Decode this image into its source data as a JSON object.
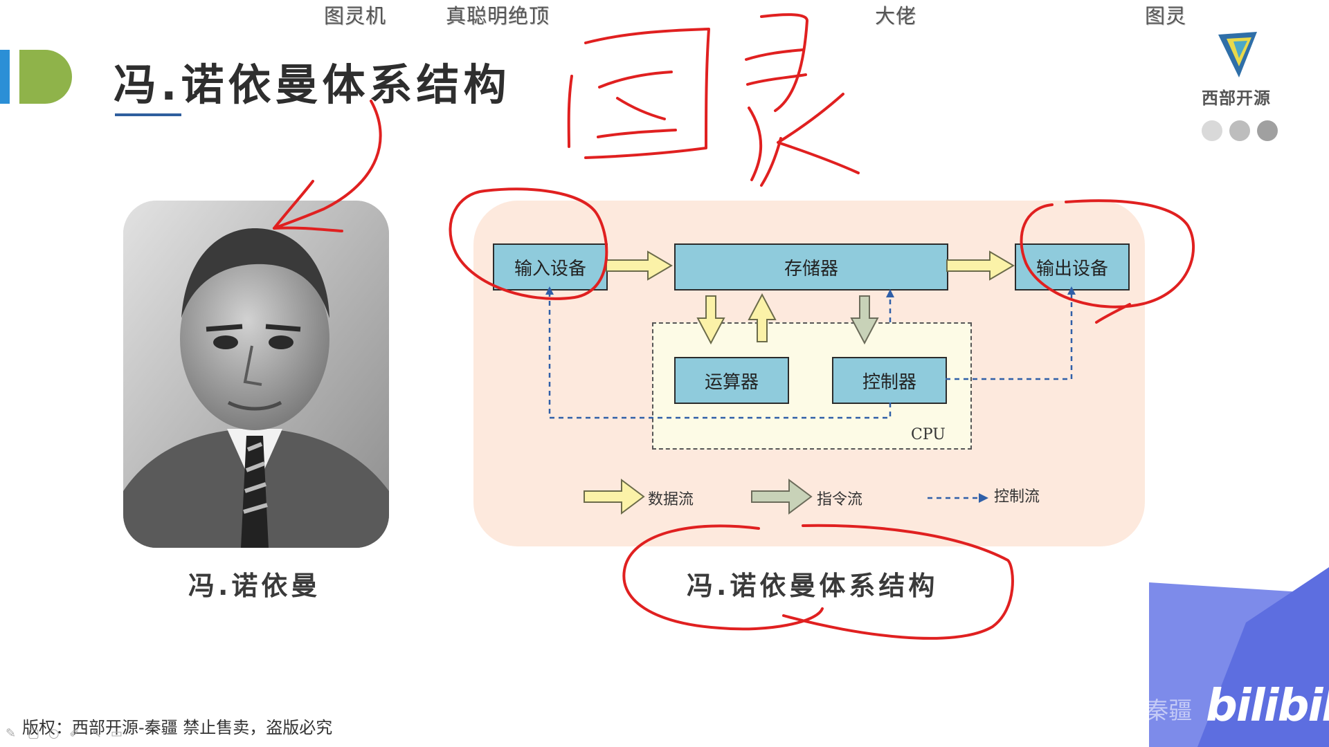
{
  "top_captions": [
    "图灵机",
    "真聪明绝顶",
    "大佬",
    "图灵"
  ],
  "slide": {
    "title": "冯.诺依曼体系结构",
    "photo_caption": "冯.诺依曼",
    "diagram_caption": "冯.诺依曼体系结构"
  },
  "diagram": {
    "input": "输入设备",
    "memory": "存储器",
    "output": "输出设备",
    "alu": "运算器",
    "controller": "控制器",
    "cpu_label": "CPU",
    "legend": [
      "数据流",
      "指令流",
      "控制流"
    ]
  },
  "handwriting": "图灵",
  "logo": {
    "text": "西部开源"
  },
  "copyright": "版权：西部开源-秦疆    禁止售卖，盗版必究",
  "watermark": {
    "uploader": "西部开源-秦疆",
    "site": "bilibili"
  },
  "colors": {
    "accent_blue": "#2b8fd6",
    "accent_green": "#8fb34a",
    "box_fill": "#8fcbdc",
    "panel_bg": "#fde9dd",
    "ink_red": "#e02020",
    "corner_purple": "#6f7ee8"
  }
}
